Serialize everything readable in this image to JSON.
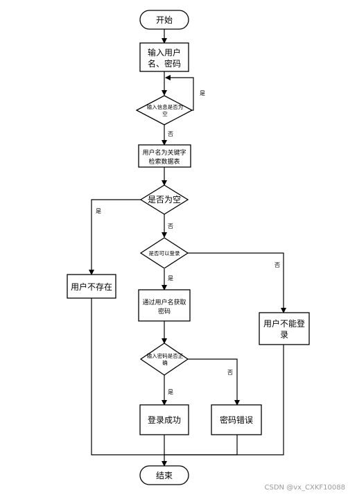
{
  "nodes": {
    "start": "开始",
    "input": [
      "输入用户",
      "名、密码"
    ],
    "check_empty_input": [
      "输入信息是否为",
      "空"
    ],
    "lookup": [
      "用户名为关键字",
      "检索数据表"
    ],
    "is_empty": "是否为空",
    "user_not_exist": "用户不存在",
    "can_login": "是否可以登录",
    "get_password": [
      "通过用户名获取",
      "密码"
    ],
    "cannot_login": [
      "用户不能登",
      "录"
    ],
    "password_correct": [
      "输入密码是否正",
      "确"
    ],
    "login_success": "登录成功",
    "password_error": "密码错误",
    "end": "结束"
  },
  "edge_labels": {
    "yes": "是",
    "no": "否"
  },
  "watermark": "CSDN @vx_CXKF10088"
}
